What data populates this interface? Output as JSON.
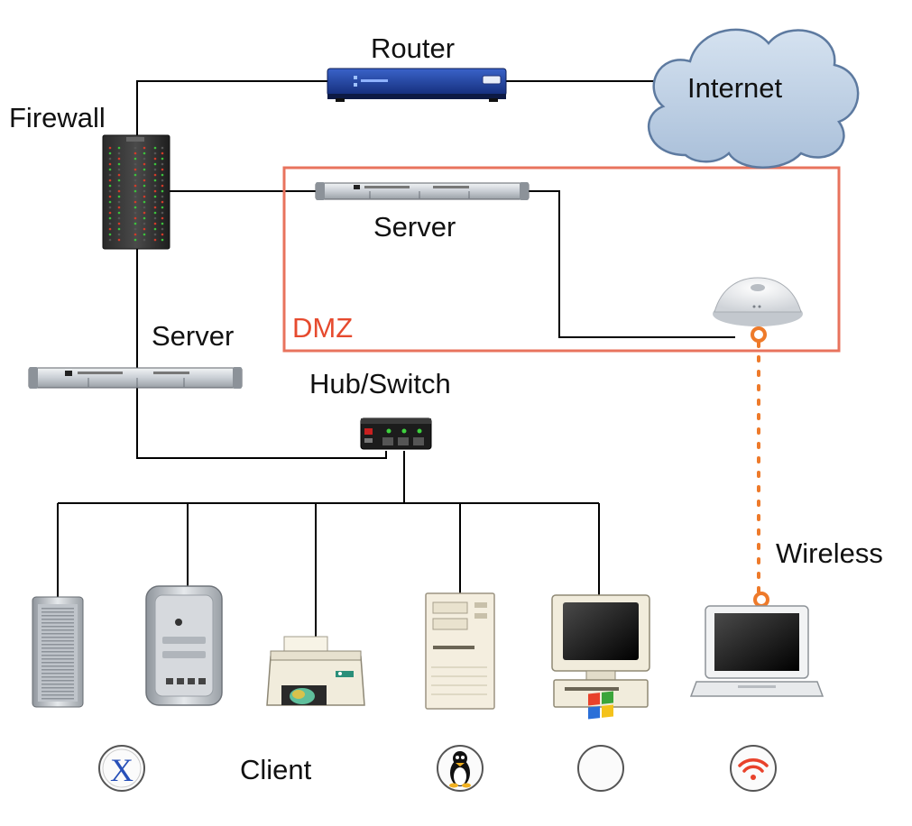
{
  "labels": {
    "router": "Router",
    "internet": "Internet",
    "firewall": "Firewall",
    "dmz_server": "Server",
    "dmz": "DMZ",
    "lan_server": "Server",
    "hub_switch": "Hub/Switch",
    "wireless": "Wireless",
    "client": "Client"
  },
  "client_os_badges": [
    "mac-os-x-icon",
    "linux-tux-icon",
    "windows-logo-icon",
    "wifi-icon"
  ],
  "client_devices": [
    "tower-computer-icon",
    "mac-tower-icon",
    "printer-icon",
    "pc-tower-icon",
    "crt-monitor-icon",
    "laptop-icon"
  ],
  "colors": {
    "dmz_border": "#e8735d",
    "dmz_text": "#e64a2e",
    "wireless_link": "#ee7a2a",
    "cable": "#000000",
    "router_blue": "#1e3fa0",
    "cloud": "#b9cde4"
  }
}
